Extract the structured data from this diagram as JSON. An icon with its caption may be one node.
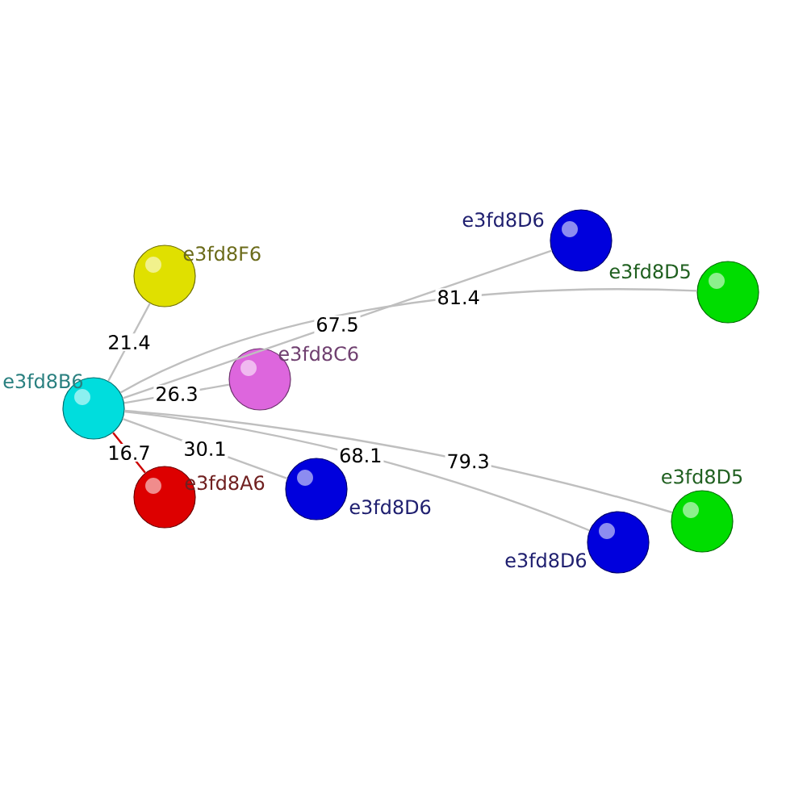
{
  "diagram": {
    "nodes": [
      {
        "text": [
          "e3fd8B6"
        ]
      },
      {
        "text": [
          "e3fd8F6"
        ]
      },
      {
        "text": [
          "e3fd8C6"
        ]
      },
      {
        "text": [
          "e3fd8A6"
        ]
      },
      {
        "text": [
          "e3fd8D6"
        ]
      },
      {
        "text": [
          "e3fd8D6"
        ]
      },
      {
        "text": [
          "e3fd8D5"
        ]
      },
      {
        "text": [
          "e3fd8D6"
        ]
      },
      {
        "text": [
          "e3fd8D5"
        ]
      }
    ],
    "edges": [
      {
        "from": 0,
        "to": 1,
        "arrow": "none",
        "label": "21.4"
      },
      {
        "from": 0,
        "to": 3,
        "arrow": "none",
        "label": "16.7",
        "color": "#cc0000"
      },
      {
        "from": 0,
        "to": 2,
        "arrow": "none",
        "label": "26.3"
      },
      {
        "from": 0,
        "to": 5,
        "arrow": "none",
        "label": "67.5"
      },
      {
        "from": 0,
        "to": 6,
        "arrow": "none",
        "label": "81.4"
      },
      {
        "from": 0,
        "to": 4,
        "arrow": "none",
        "label": "30.1"
      },
      {
        "from": 0,
        "to": 7,
        "arrow": "none",
        "label": "68.1"
      },
      {
        "from": 0,
        "to": 8,
        "arrow": "none",
        "label": "79.3"
      }
    ]
  }
}
